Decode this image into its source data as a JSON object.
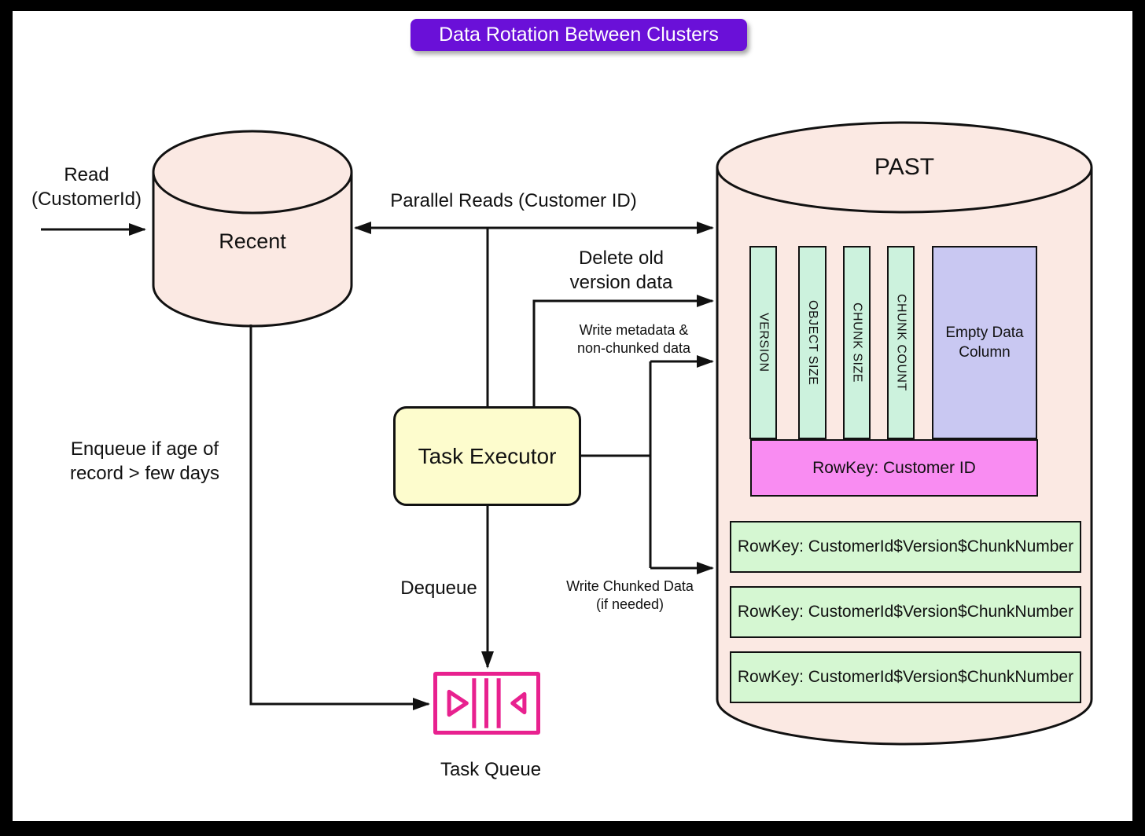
{
  "title": "Data Rotation Between Clusters",
  "colors": {
    "title_bg": "#6a10d8",
    "cylinder_fill": "#fbe9e3",
    "executor_fill": "#fdfccd",
    "column_fill": "#ccf2dd",
    "empty_column_fill": "#c9c8f2",
    "rowkey_customer_fill": "#f98cf2",
    "rowkey_chunk_fill": "#d5f7d2",
    "queue_accent": "#e8218f",
    "line": "#111111"
  },
  "nodes": {
    "recent": {
      "label": "Recent"
    },
    "past": {
      "label": "PAST"
    },
    "task_executor": {
      "label": "Task Executor"
    },
    "task_queue": {
      "label": "Task Queue"
    }
  },
  "edges": {
    "read": {
      "line1": "Read",
      "line2": "(CustomerId)"
    },
    "parallel_reads": {
      "label": "Parallel Reads (Customer ID)"
    },
    "delete_old": {
      "line1": "Delete old",
      "line2": "version data"
    },
    "write_metadata": {
      "line1": "Write metadata &",
      "line2": "non-chunked data"
    },
    "enqueue": {
      "line1": "Enqueue if age of",
      "line2": "record > few days"
    },
    "dequeue": {
      "label": "Dequeue"
    },
    "write_chunked": {
      "line1": "Write Chunked Data",
      "line2": "(if needed)"
    }
  },
  "past_contents": {
    "columns": [
      "VERSION",
      "OBJECT SIZE",
      "CHUNK SIZE",
      "CHUNK COUNT"
    ],
    "empty_column": {
      "line1": "Empty Data",
      "line2": "Column"
    },
    "rowkey_customer": "RowKey: Customer ID",
    "rowkey_rows": [
      "RowKey: CustomerId$Version$ChunkNumber",
      "RowKey: CustomerId$Version$ChunkNumber",
      "RowKey: CustomerId$Version$ChunkNumber"
    ]
  }
}
